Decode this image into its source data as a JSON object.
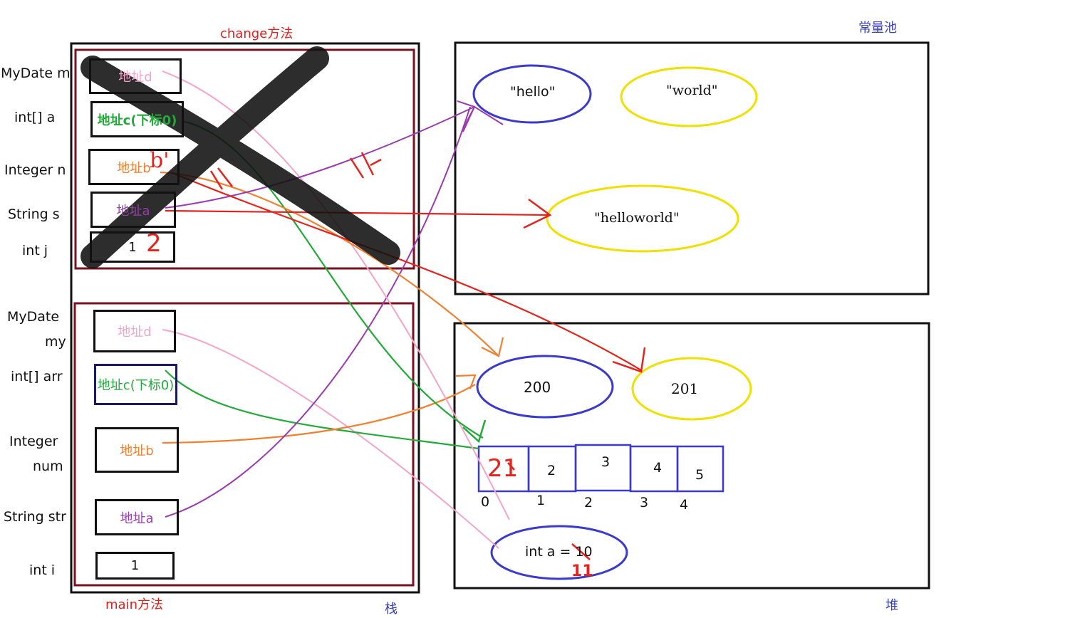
{
  "titles": {
    "change_method": "change方法",
    "main_method": "main方法",
    "stack": "栈",
    "constant_pool": "常量池",
    "heap": "堆"
  },
  "change_frame": {
    "labels": [
      "MyDate m",
      "int[] a",
      "Integer n",
      "String s",
      "int j"
    ],
    "slots": [
      "地址d",
      "地址c(下标0)",
      "地址b",
      "地址a",
      "1"
    ],
    "scribbles": {
      "n_new": "b'",
      "j_new": "2",
      "strike_marks": "//"
    }
  },
  "main_frame": {
    "labels": [
      "MyDate",
      "my",
      "int[] arr",
      "Integer",
      "num",
      "String str",
      "int i"
    ],
    "slots": [
      "地址d",
      "地址c(下标0)",
      "地址b",
      "地址a",
      "1"
    ]
  },
  "constant_pool": {
    "strings": [
      "\"hello\"",
      "\"world\"",
      "\"helloworld\""
    ]
  },
  "heap": {
    "integers": [
      "200",
      "201"
    ],
    "array_values": [
      "21",
      "2",
      "3",
      "4",
      "5"
    ],
    "array_indices": [
      "0",
      "1",
      "2",
      "3",
      "4"
    ],
    "mydate_text": "int a = 10",
    "mydate_new_value": "11"
  },
  "colors": {
    "frame_border": "#7a1020",
    "pink": "#f5a3c7",
    "green": "#22aa3a",
    "orange": "#f08030",
    "purple": "#9a3cb0",
    "red": "#e5221c",
    "blue": "#3a3acc",
    "yellow": "#f0e000"
  }
}
